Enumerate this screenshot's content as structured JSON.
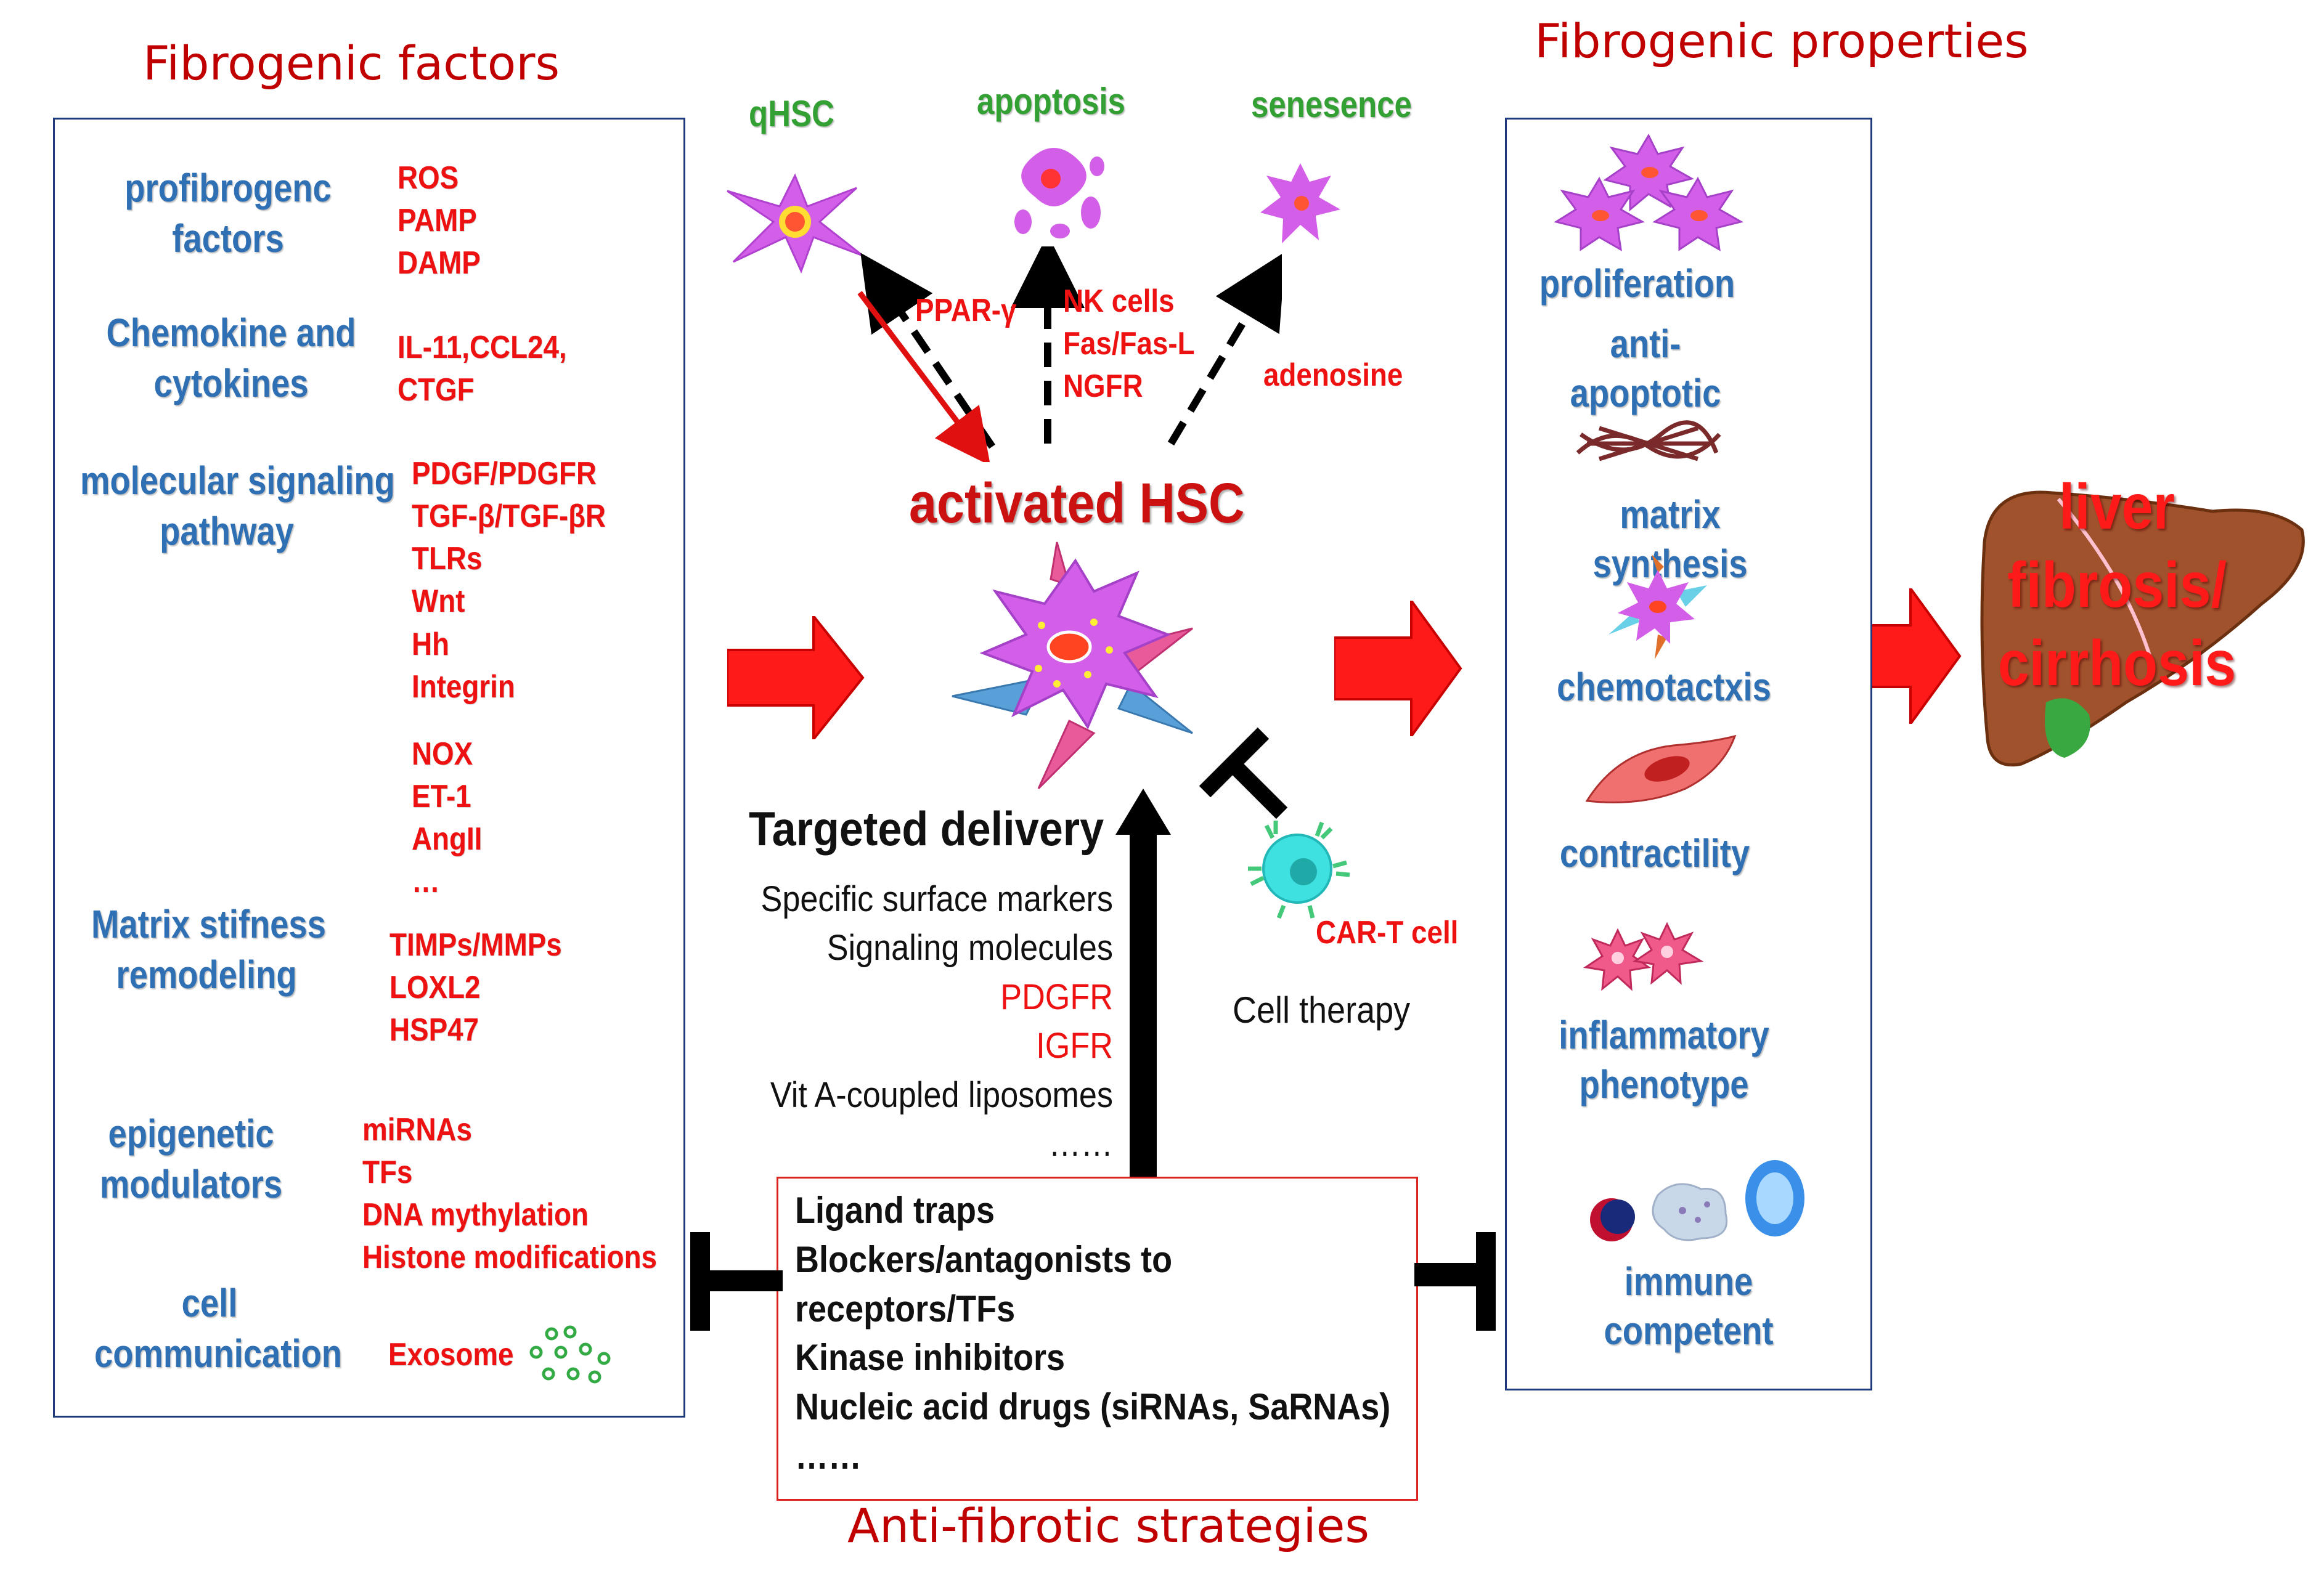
{
  "headers": {
    "left": "Fibrogenic factors",
    "right": "Fibrogenic properties",
    "bottom": "Anti-fibrotic strategies"
  },
  "factors": [
    {
      "label": [
        "profibrogenc",
        "factors"
      ],
      "items": [
        "ROS",
        "PAMP",
        "DAMP"
      ]
    },
    {
      "label": [
        "Chemokine and",
        "cytokines"
      ],
      "items": [
        "IL-11,CCL24,",
        "CTGF"
      ]
    },
    {
      "label": [
        "molecular signaling",
        "pathway"
      ],
      "items": [
        "PDGF/PDGFR",
        "TGF-β/TGF-βR",
        "TLRs",
        "Wnt",
        "Hh",
        "Integrin"
      ]
    },
    {
      "label": [],
      "items": [
        "NOX",
        "ET-1",
        "AngII",
        "…"
      ]
    },
    {
      "label": [
        "Matrix stifness",
        "remodeling"
      ],
      "items": [
        "TIMPs/MMPs",
        "LOXL2",
        "HSP47"
      ]
    },
    {
      "label": [
        "epigenetic",
        "modulators"
      ],
      "items": [
        "miRNAs",
        "TFs",
        "DNA mythylation",
        "Histone modifications"
      ]
    },
    {
      "label": [
        "cell",
        "communication"
      ],
      "items": [
        "Exosome"
      ]
    }
  ],
  "center": {
    "top_states": [
      "qHSC",
      "apoptosis",
      "senesence"
    ],
    "ppar": "PPAR-γ",
    "apoptosis_factors": [
      "NK cells",
      "Fas/Fas-L",
      "NGFR"
    ],
    "adenosine": "adenosine",
    "activated": "activated HSC",
    "delivery_title": "Targeted delivery",
    "delivery_lines": [
      {
        "text": "Specific surface markers",
        "red": false
      },
      {
        "text": "Signaling molecules",
        "red": false
      },
      {
        "text": "PDGFR",
        "red": true
      },
      {
        "text": "IGFR",
        "red": true
      },
      {
        "text": "Vit A-coupled liposomes",
        "red": false
      },
      {
        "text": "……",
        "red": false
      }
    ],
    "cart": "CAR-T cell",
    "cell_therapy": "Cell therapy",
    "strategies": [
      "Ligand traps",
      "Blockers/antagonists to",
      "receptors/TFs",
      "Kinase inhibitors",
      "Nucleic acid drugs (siRNAs, SaRNAs)",
      "……"
    ]
  },
  "properties": {
    "proliferation": "proliferation",
    "anti_apoptotic": "anti-apoptotic",
    "matrix": "matrix synthesis",
    "chemotaxis": "chemotactxis",
    "contractility": "contractility",
    "inflammatory": [
      "inflammatory",
      "phenotype"
    ],
    "immune": "immune competent"
  },
  "outcome": [
    "liver",
    "fibrosis/",
    "cirrhosis"
  ],
  "colors": {
    "red": "#ee1111",
    "blue": "#2f6fb3",
    "header_red": "#c00000",
    "green": "#33a033",
    "panel_border": "#1f3a7a"
  }
}
